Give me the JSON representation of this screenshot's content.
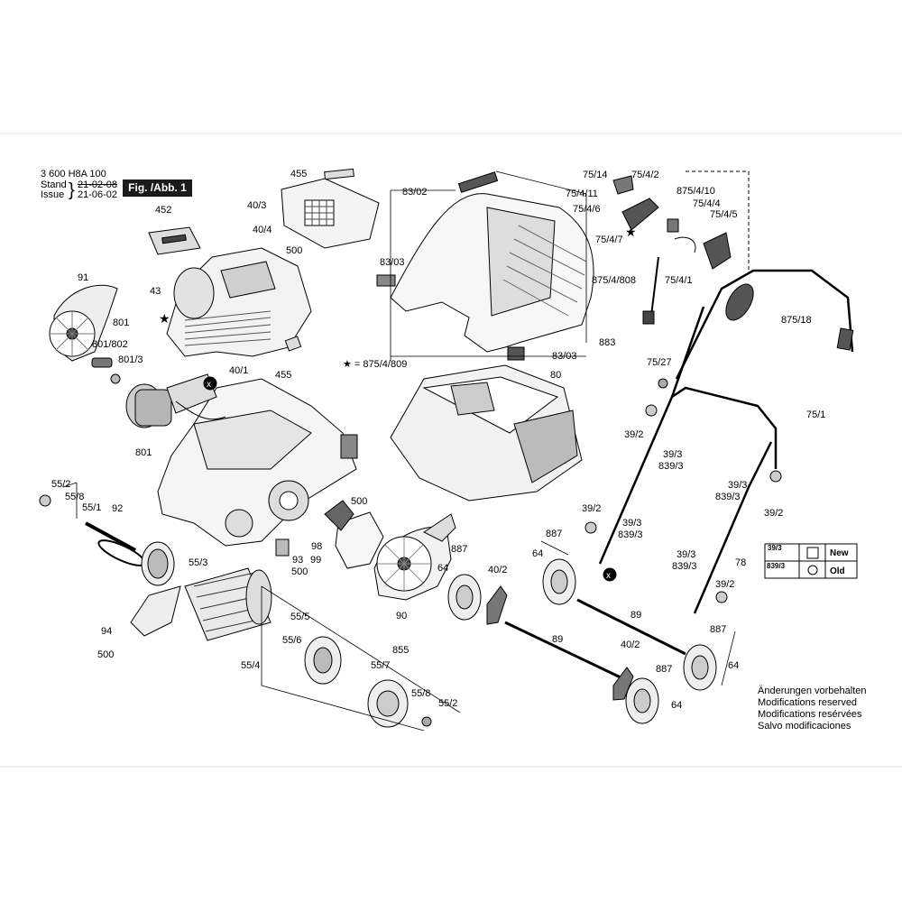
{
  "header": {
    "part_number": "3 600 H8A 100",
    "stand_label": "Stand",
    "issue_label": "Issue",
    "stand_date": "21-02-08",
    "issue_date": "21-06-02",
    "figure_label": "Fig. /Abb. 1"
  },
  "star_note": "★ = 875/4/809",
  "legend": {
    "rows": [
      {
        "code": "39/3",
        "desc": "New"
      },
      {
        "code": "839/3",
        "desc": "Old"
      }
    ]
  },
  "modifications": [
    "Änderungen vorbehalten",
    "Modifications reserved",
    "Modifications resérvées",
    "Salvo modificaciones"
  ],
  "callouts": [
    {
      "id": "c455a",
      "text": "455"
    },
    {
      "id": "c403",
      "text": "40/3"
    },
    {
      "id": "c452",
      "text": "452"
    },
    {
      "id": "c404",
      "text": "40/4"
    },
    {
      "id": "c500a",
      "text": "500"
    },
    {
      "id": "c43",
      "text": "43"
    },
    {
      "id": "c91",
      "text": "91"
    },
    {
      "id": "c801a",
      "text": "801"
    },
    {
      "id": "c801802",
      "text": "801/802"
    },
    {
      "id": "c8013",
      "text": "801/3"
    },
    {
      "id": "c801b",
      "text": "801"
    },
    {
      "id": "c401",
      "text": "40/1"
    },
    {
      "id": "c455b",
      "text": "455"
    },
    {
      "id": "c8302",
      "text": "83/02"
    },
    {
      "id": "c8303a",
      "text": "83/03"
    },
    {
      "id": "c8303b",
      "text": "83/03"
    },
    {
      "id": "c883",
      "text": "883"
    },
    {
      "id": "c80",
      "text": "80"
    },
    {
      "id": "c7514",
      "text": "75/14"
    },
    {
      "id": "c7542",
      "text": "75/4/2"
    },
    {
      "id": "c87541",
      "text": "875/4/10"
    },
    {
      "id": "c75411",
      "text": "75/4/11"
    },
    {
      "id": "c7544",
      "text": "75/4/4"
    },
    {
      "id": "c7546",
      "text": "75/4/6"
    },
    {
      "id": "c7545",
      "text": "75/4/5"
    },
    {
      "id": "c7547",
      "text": "75/4/7"
    },
    {
      "id": "c8754808",
      "text": "875/4/808"
    },
    {
      "id": "c7541",
      "text": "75/4/1"
    },
    {
      "id": "c87518",
      "text": "875/18"
    },
    {
      "id": "c7527",
      "text": "75/27"
    },
    {
      "id": "c751",
      "text": "75/1"
    },
    {
      "id": "c392a",
      "text": "39/2"
    },
    {
      "id": "c393a",
      "text": "39/3"
    },
    {
      "id": "c8393a",
      "text": "839/3"
    },
    {
      "id": "c393b",
      "text": "39/3"
    },
    {
      "id": "c8393b",
      "text": "839/3"
    },
    {
      "id": "c392b",
      "text": "39/2"
    },
    {
      "id": "c552a",
      "text": "55/2"
    },
    {
      "id": "c558a",
      "text": "55/8"
    },
    {
      "id": "c551",
      "text": "55/1"
    },
    {
      "id": "c92",
      "text": "92"
    },
    {
      "id": "c500b",
      "text": "500"
    },
    {
      "id": "c98",
      "text": "98"
    },
    {
      "id": "c99",
      "text": "99"
    },
    {
      "id": "c93",
      "text": "93"
    },
    {
      "id": "c500c",
      "text": "500"
    },
    {
      "id": "c553",
      "text": "55/3"
    },
    {
      "id": "c94",
      "text": "94"
    },
    {
      "id": "c500d",
      "text": "500"
    },
    {
      "id": "c555",
      "text": "55/5"
    },
    {
      "id": "c556",
      "text": "55/6"
    },
    {
      "id": "c554",
      "text": "55/4"
    },
    {
      "id": "c855",
      "text": "855"
    },
    {
      "id": "c557",
      "text": "55/7"
    },
    {
      "id": "c558b",
      "text": "55/8"
    },
    {
      "id": "c552b",
      "text": "55/2"
    },
    {
      "id": "c90",
      "text": "90"
    },
    {
      "id": "c887a",
      "text": "887"
    },
    {
      "id": "c64a",
      "text": "64"
    },
    {
      "id": "c402a",
      "text": "40/2"
    },
    {
      "id": "c887b",
      "text": "887"
    },
    {
      "id": "c64b",
      "text": "64"
    },
    {
      "id": "c392c",
      "text": "39/2"
    },
    {
      "id": "c393c",
      "text": "39/3"
    },
    {
      "id": "c8393c",
      "text": "839/3"
    },
    {
      "id": "c393d",
      "text": "39/3"
    },
    {
      "id": "c8393d",
      "text": "839/3"
    },
    {
      "id": "c78",
      "text": "78"
    },
    {
      "id": "c392d",
      "text": "39/2"
    },
    {
      "id": "c89a",
      "text": "89"
    },
    {
      "id": "c89b",
      "text": "89"
    },
    {
      "id": "c402b",
      "text": "40/2"
    },
    {
      "id": "c887c",
      "text": "887"
    },
    {
      "id": "c64c",
      "text": "64"
    },
    {
      "id": "c887d",
      "text": "887"
    },
    {
      "id": "c64d",
      "text": "64"
    }
  ]
}
